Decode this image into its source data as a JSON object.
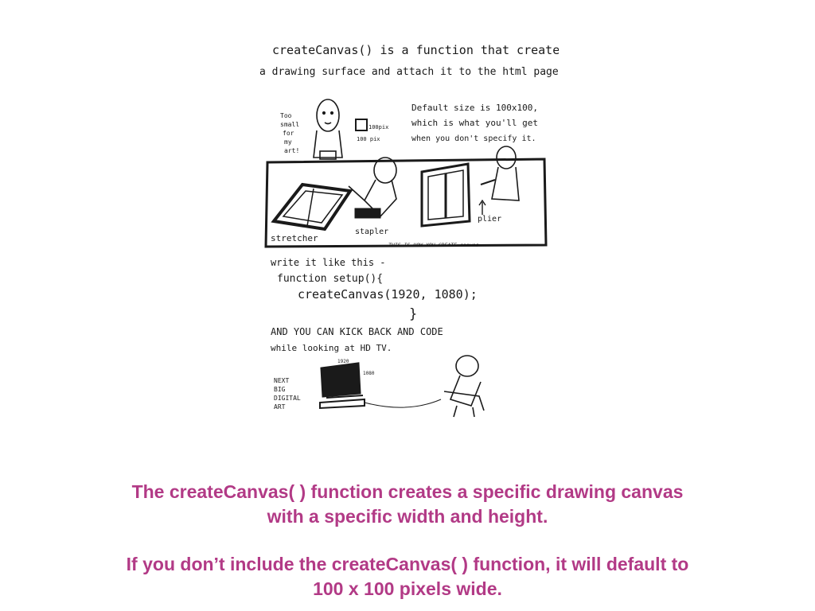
{
  "illustration": {
    "intro_line_1": "createCanvas() is a function that creates",
    "intro_line_2": "a drawing surface and attach it to the html page.",
    "too_small": [
      "Too",
      "small",
      "for",
      "my",
      "art!"
    ],
    "pixel_size_label_1": "100pix",
    "pixel_size_label_2": "100 pix",
    "default_note_1": "Default size is 100x100,",
    "default_note_2": "which is what you'll get",
    "default_note_3": "when you don't specify it.",
    "stretcher_label": "stretcher",
    "stapler_label": "stapler",
    "plier_label": "plier",
    "scene_caption": "THIS IS HOW YOU CREATE canvas",
    "code_intro": "write it like this -",
    "code_line_1": "function setup(){",
    "code_line_2": "createCanvas(1920, 1080);",
    "code_line_3": "}",
    "outro_line_1": "AND YOU CAN KICK BACK AND CODE",
    "outro_line_2": "while looking at HD TV.",
    "tv_width_label": "1920",
    "tv_height_label": "1080",
    "next_label": [
      "NEXT",
      "BIG",
      "DIGITAL",
      "ART"
    ]
  },
  "caption": {
    "paragraph_1_line_1": "The createCanvas( ) function creates a specific drawing canvas",
    "paragraph_1_line_2": "with a specific width and height.",
    "paragraph_2_line_1": "If you don’t include the createCanvas( ) function, it will default to",
    "paragraph_2_line_2": "100 x 100 pixels wide."
  },
  "colors": {
    "caption": "#b23a86",
    "ink": "#1a1a1a"
  }
}
